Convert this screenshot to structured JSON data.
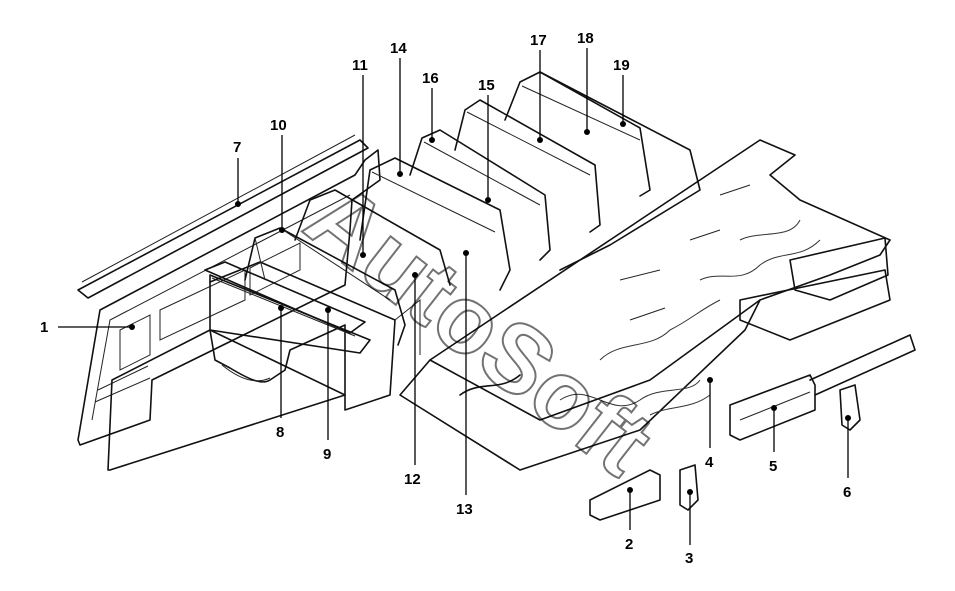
{
  "diagram": {
    "watermark": "AutoSoft",
    "callouts": [
      "1",
      "2",
      "3",
      "4",
      "5",
      "6",
      "7",
      "8",
      "9",
      "10",
      "11",
      "12",
      "13",
      "14",
      "15",
      "16",
      "17",
      "18",
      "19"
    ]
  }
}
